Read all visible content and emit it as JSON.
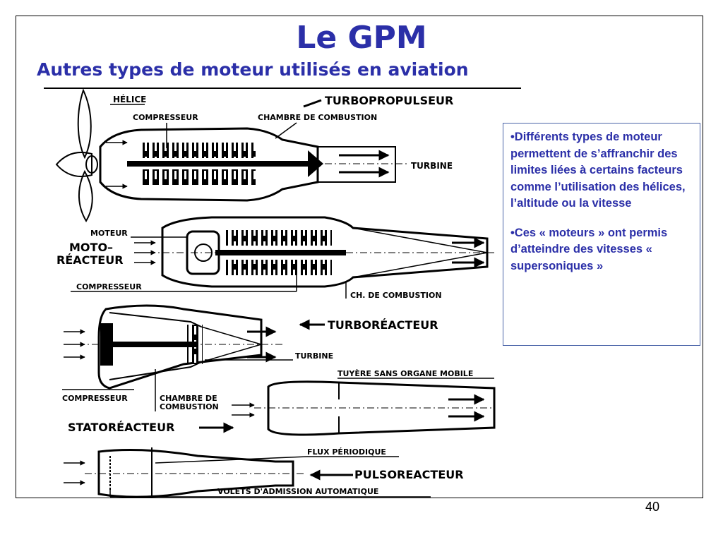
{
  "slide": {
    "title": "Le GPM",
    "subtitle": "Autres types de moteur utilisés en aviation",
    "page_number": "40"
  },
  "textbox": {
    "bullet1": "•Différents types de moteur permettent de s’affranchir des limites liées à certains facteurs comme l’utilisation des hélices,  l’altitude  ou la vitesse",
    "bullet2": "•Ces « moteurs » ont permis d’atteindre des vitesses « supersoniques »"
  },
  "diagram": {
    "turboprop": {
      "helice": "HÉLICE",
      "title": "TURBOPROPULSEUR",
      "compresseur": "COMPRESSEUR",
      "chambre": "CHAMBRE DE COMBUSTION",
      "turbine": "TURBINE"
    },
    "motoreacteur": {
      "moteur": "MOTEUR",
      "title_line1": "MOTO–",
      "title_line2": "RÉACTEUR",
      "compresseur": "COMPRESSEUR",
      "chambre": "CH. DE COMBUSTION"
    },
    "turboreacteur": {
      "title": "TURBORÉACTEUR",
      "turbine": "TURBINE",
      "compresseur": "COMPRESSEUR",
      "chambre_line1": "CHAMBRE DE",
      "chambre_line2": "COMBUSTION"
    },
    "statoreacteur": {
      "tuyere": "TUYÈRE SANS ORGANE MOBILE",
      "title": "STATORÉACTEUR"
    },
    "pulsoreacteur": {
      "flux": "FLUX PÉRIODIQUE",
      "title": "PULSOREACTEUR",
      "volets": "VOLETS D'ADMISSION AUTOMATIQUE"
    }
  }
}
